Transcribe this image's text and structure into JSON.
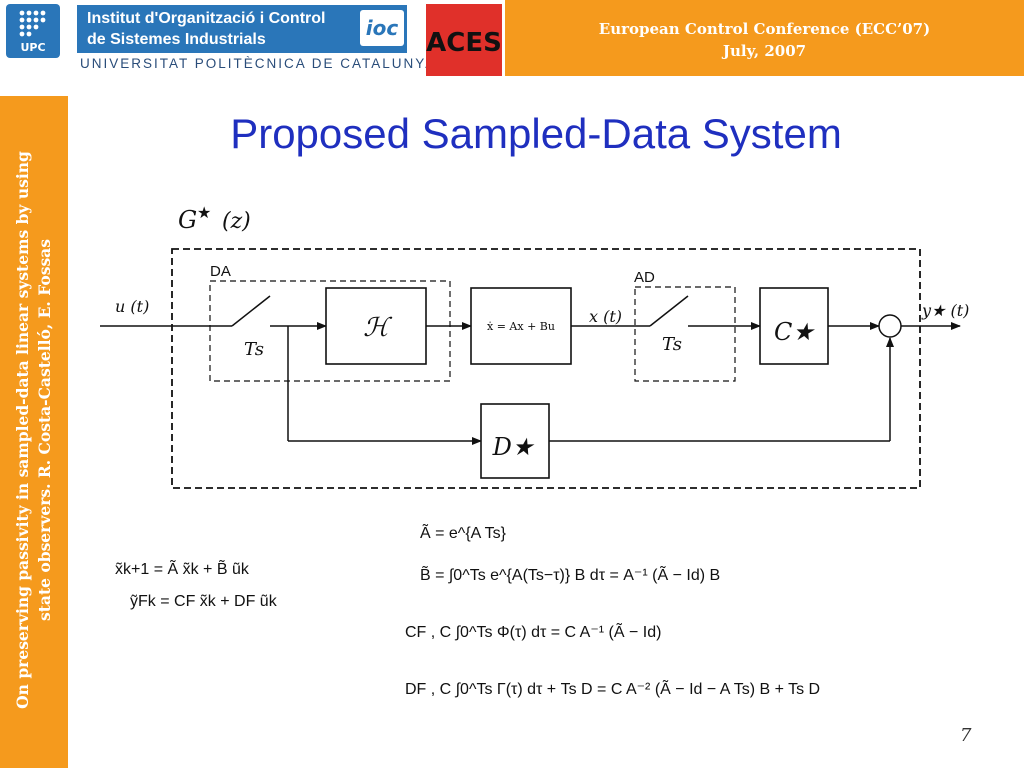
{
  "header": {
    "upc_logo_label": "UPC",
    "institute_line1": "Institut d'Organització i Control",
    "institute_line2": "de Sistemes Industrials",
    "ioc_logo_label": "ioc",
    "university": "UNIVERSITAT POLITÈCNICA DE CATALUNYA",
    "aces_logo_label": "ACES",
    "conference_title": "European Control Conference (ECC’07)",
    "conference_date": "July, 2007"
  },
  "sidebar": {
    "text_line1": "On preserving passivity in sampled-data linear  systems by using",
    "text_line2": "state observers. R. Costa-Castelló, E. Fossas"
  },
  "slide": {
    "title": "Proposed Sampled-Data System",
    "page_number": "7"
  },
  "diagram": {
    "system_label_g": "G",
    "system_label_star": "★",
    "system_label_arg": "(z)",
    "da_label": "DA",
    "ad_label": "AD",
    "input_label": "u (t)",
    "hold_label": "ℋ",
    "plant_eq": "ẋ = Ax + Bu",
    "state_label": "x (t)",
    "sampler1_label": "Ts",
    "sampler2_label": "Ts",
    "c_block_label": "C★",
    "d_block_label": "D★",
    "output_label": "y★ (t)"
  },
  "equations": {
    "eq1": "x̃k+1  =  Ã x̃k + B̃ ũk",
    "eq2": "ỹFk  =  CF x̃k + DF ũk",
    "eq3": "Ã  =  e^{A Ts}",
    "eq4": "B̃  =  ∫0^Ts e^{A(Ts−τ)} B dτ = A⁻¹ (Ã − Id) B",
    "eq5": "CF  ,  C ∫0^Ts Φ(τ) dτ = C A⁻¹ (Ã − Id)",
    "eq6": "DF  ,  C ∫0^Ts Γ(τ) dτ + Ts D = C A⁻² (Ã − Id − A Ts) B + Ts D"
  }
}
